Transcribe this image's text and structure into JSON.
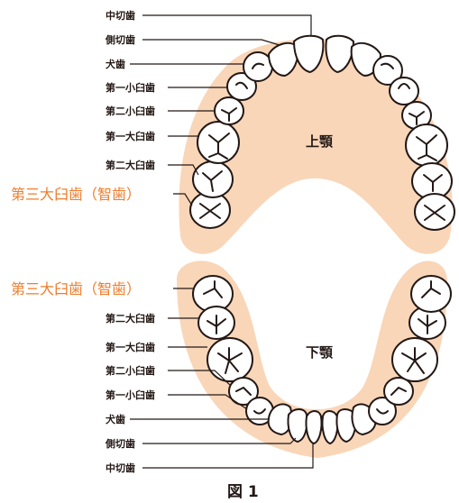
{
  "colors": {
    "gum": "#f9d6b8",
    "highlight": "#ee7d2b",
    "ink": "#231815"
  },
  "upper": {
    "jaw_name": "上顎",
    "labels": {
      "central_incisor": "中切歯",
      "lateral_incisor": "側切歯",
      "canine": "犬歯",
      "first_premolar": "第一小臼歯",
      "second_premolar": "第二小臼歯",
      "first_molar": "第一大臼歯",
      "second_molar": "第二大臼歯",
      "third_molar": "第三大臼歯（智歯）"
    }
  },
  "lower": {
    "jaw_name": "下顎",
    "labels": {
      "third_molar": "第三大臼歯（智歯）",
      "second_molar": "第二大臼歯",
      "first_molar": "第一大臼歯",
      "second_premolar": "第二小臼歯",
      "first_premolar": "第一小臼歯",
      "canine": "犬歯",
      "lateral_incisor": "側切歯",
      "central_incisor": "中切歯"
    }
  },
  "caption": "図 1"
}
